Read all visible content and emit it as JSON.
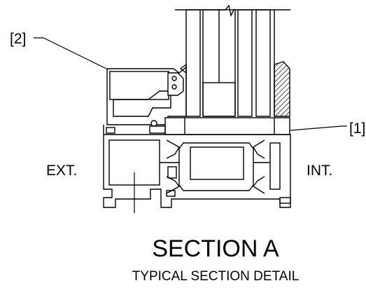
{
  "callouts": {
    "one": "[1]",
    "two": "[2]"
  },
  "side_labels": {
    "exterior": "EXT.",
    "interior": "INT."
  },
  "title": {
    "main": "SECTION A",
    "sub": "TYPICAL SECTION DETAIL"
  },
  "colors": {
    "line": "#000000",
    "background": "#ffffff"
  }
}
